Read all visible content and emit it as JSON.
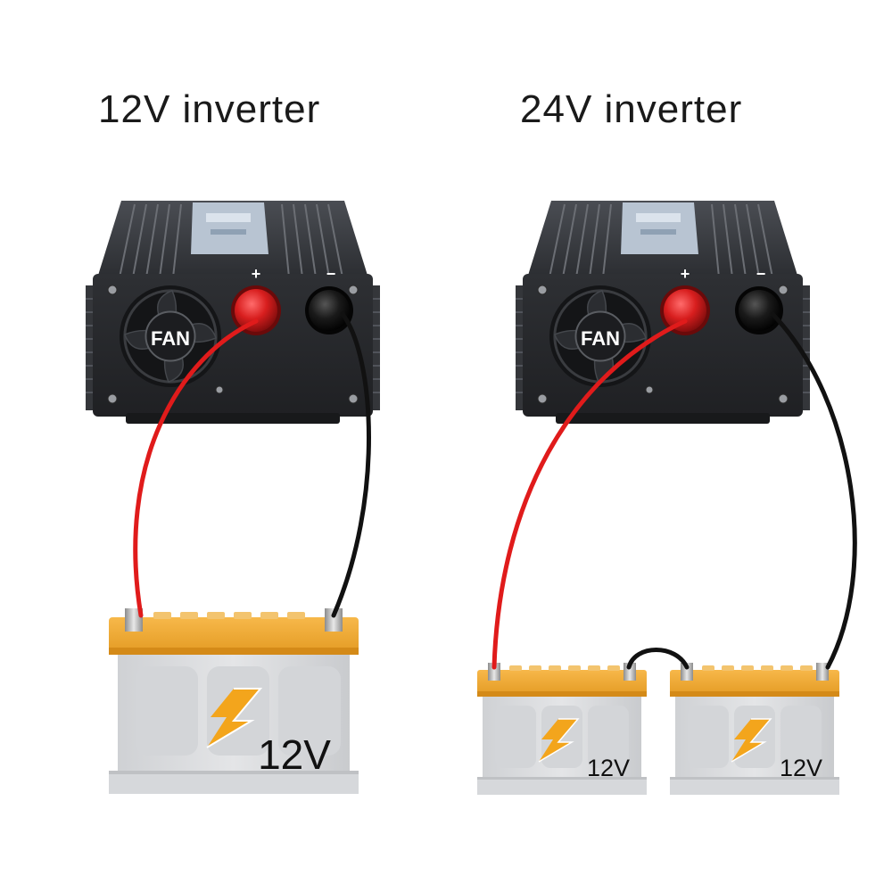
{
  "titles": {
    "left": "12V inverter",
    "right": "24V inverter"
  },
  "inverter": {
    "fan_label": "FAN",
    "positive_label": "+",
    "negative_label": "−",
    "body_color": "#2b2d31",
    "positive_terminal_color": "#d81e1e",
    "negative_terminal_color": "#151515"
  },
  "batteries": {
    "left": [
      {
        "voltage": "12V"
      }
    ],
    "right": [
      {
        "voltage": "12V"
      },
      {
        "voltage": "12V"
      }
    ]
  },
  "wires": {
    "positive_color": "#e01b1b",
    "negative_color": "#111111"
  },
  "icons": [
    "fan-icon",
    "bolt-icon"
  ]
}
